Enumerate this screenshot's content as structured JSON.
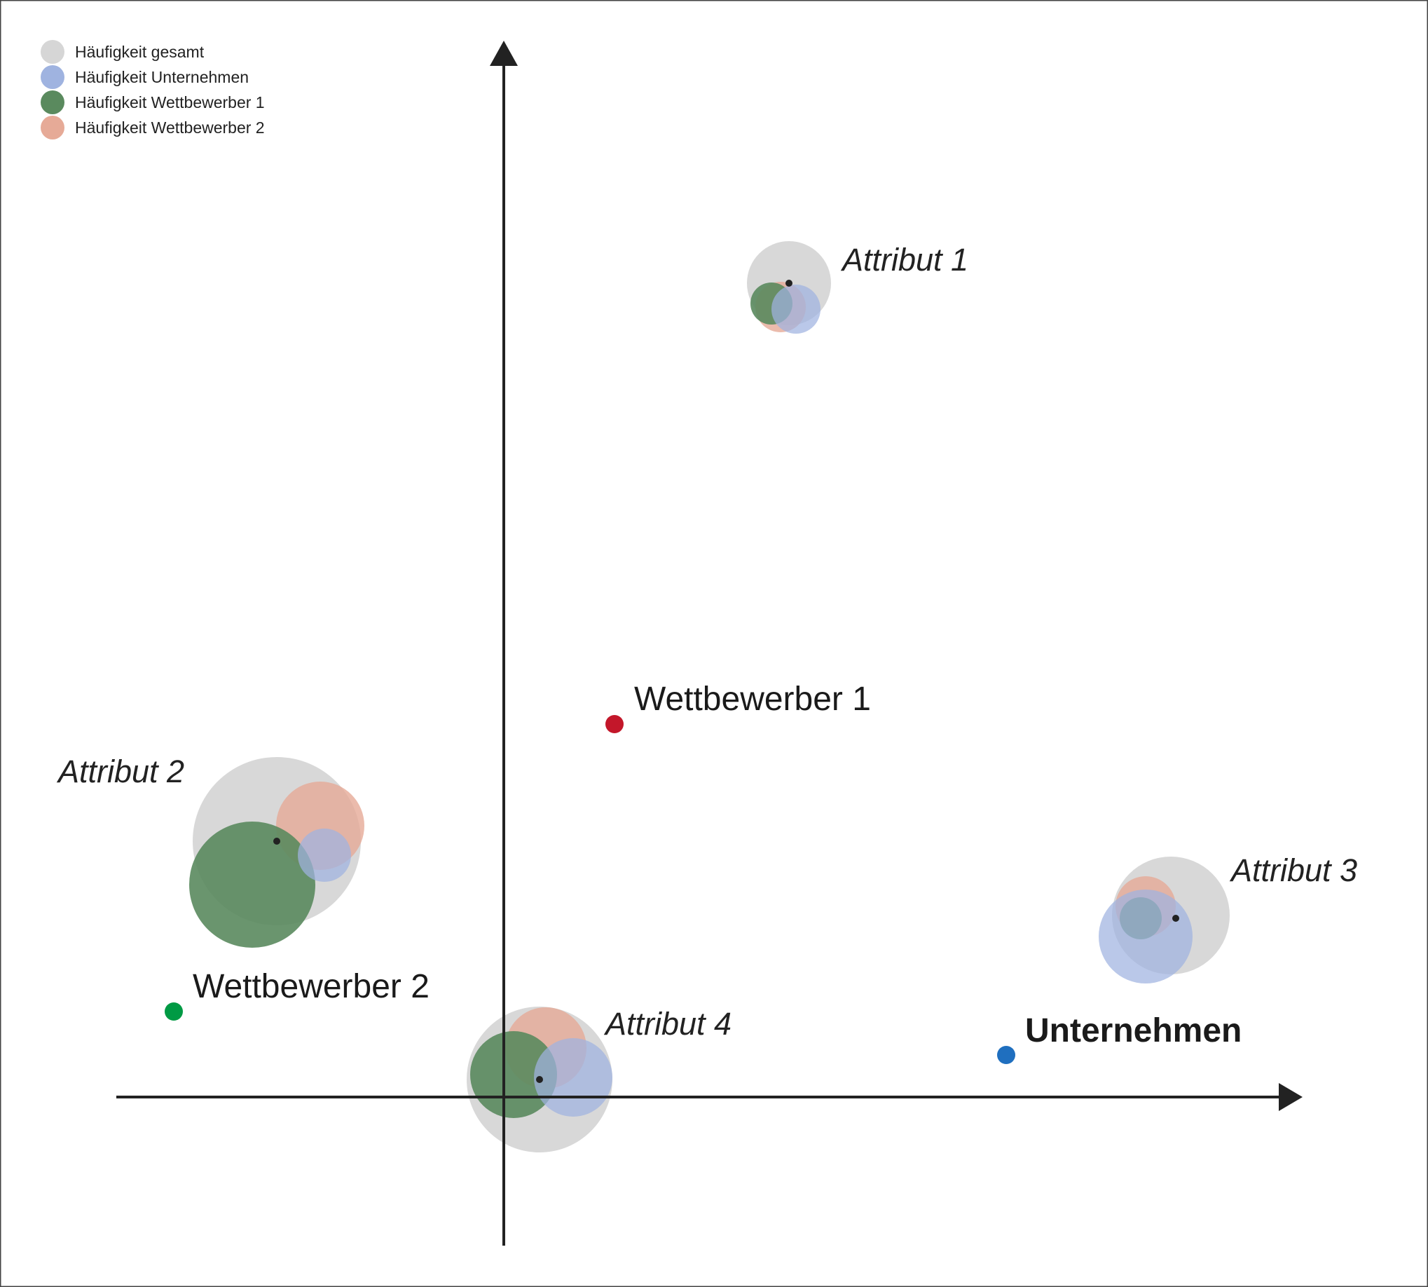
{
  "chart_data": {
    "type": "scatter",
    "subtype": "bubble",
    "title": "",
    "xlabel": "",
    "ylabel": "",
    "xlim": [
      -5.53,
      11.4
    ],
    "ylim": [
      -2.12,
      15.07
    ],
    "grid": false,
    "legend_placement": "top-left",
    "legend": [
      {
        "key": "gesamt",
        "label": "Häufigkeit gesamt",
        "color": "#d6d6d6"
      },
      {
        "key": "unternehmen",
        "label": "Häufigkeit Unternehmen",
        "color": "#9fb3e0"
      },
      {
        "key": "w1",
        "label": "Häufigkeit Wettbewerber 1",
        "color": "#5a8a5e"
      },
      {
        "key": "w2",
        "label": "Häufigkeit Wettbewerber 2",
        "color": "#e6aa97"
      }
    ],
    "attributes": [
      {
        "label": "Attribut 1",
        "center": [
          4.07,
          11.61
        ],
        "bubbles": {
          "gesamt": {
            "x": 4.07,
            "y": 11.61,
            "r": 0.6
          },
          "w2": {
            "x": 3.95,
            "y": 11.27,
            "r": 0.36
          },
          "w1": {
            "x": 3.82,
            "y": 11.32,
            "r": 0.3
          },
          "unternehmen": {
            "x": 4.17,
            "y": 11.24,
            "r": 0.35
          }
        }
      },
      {
        "label": "Attribut 2",
        "center": [
          -3.24,
          3.65
        ],
        "bubbles": {
          "gesamt": {
            "x": -3.24,
            "y": 3.65,
            "r": 1.2
          },
          "w2": {
            "x": -2.62,
            "y": 3.87,
            "r": 0.63
          },
          "w1": {
            "x": -3.59,
            "y": 3.03,
            "r": 0.9
          },
          "unternehmen": {
            "x": -2.56,
            "y": 3.45,
            "r": 0.38
          }
        }
      },
      {
        "label": "Attribut 3",
        "center": [
          9.59,
          2.55
        ],
        "bubbles": {
          "gesamt": {
            "x": 9.52,
            "y": 2.59,
            "r": 0.84
          },
          "w2": {
            "x": 9.16,
            "y": 2.72,
            "r": 0.43
          },
          "w1": {
            "x": 9.09,
            "y": 2.55,
            "r": 0.3
          },
          "unternehmen": {
            "x": 9.16,
            "y": 2.29,
            "r": 0.67
          }
        }
      },
      {
        "label": "Attribut 4",
        "center": [
          0.51,
          0.25
        ],
        "bubbles": {
          "gesamt": {
            "x": 0.51,
            "y": 0.25,
            "r": 1.04
          },
          "w2": {
            "x": 0.6,
            "y": 0.7,
            "r": 0.58
          },
          "w1": {
            "x": 0.14,
            "y": 0.32,
            "r": 0.62
          },
          "unternehmen": {
            "x": 0.99,
            "y": 0.28,
            "r": 0.56
          }
        }
      }
    ],
    "points": [
      {
        "label": "Wettbewerber 1",
        "x": 1.58,
        "y": 5.32,
        "color": "#c3172a",
        "bold": false
      },
      {
        "label": "Wettbewerber 2",
        "x": -4.71,
        "y": 1.22,
        "color": "#009a44",
        "bold": false
      },
      {
        "label": "Unternehmen",
        "x": 7.17,
        "y": 0.6,
        "color": "#1f6fbf",
        "bold": true
      }
    ]
  }
}
